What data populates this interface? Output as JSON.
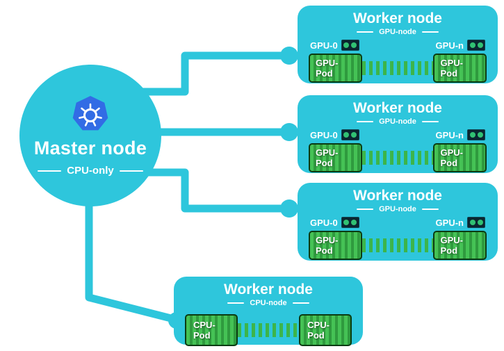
{
  "master": {
    "title": "Master node",
    "subtitle": "CPU-only"
  },
  "workers": [
    {
      "title": "Worker node",
      "subtitle": "GPU-node",
      "gpu_left": "GPU-0",
      "gpu_right": "GPU-n",
      "pod_left": "GPU-Pod",
      "pod_right": "GPU-Pod"
    },
    {
      "title": "Worker node",
      "subtitle": "GPU-node",
      "gpu_left": "GPU-0",
      "gpu_right": "GPU-n",
      "pod_left": "GPU-Pod",
      "pod_right": "GPU-Pod"
    },
    {
      "title": "Worker node",
      "subtitle": "GPU-node",
      "gpu_left": "GPU-0",
      "gpu_right": "GPU-n",
      "pod_left": "GPU-Pod",
      "pod_right": "GPU-Pod"
    }
  ],
  "cpu_worker": {
    "title": "Worker node",
    "subtitle": "CPU-node",
    "pod_left": "CPU-Pod",
    "pod_right": "CPU-Pod"
  },
  "colors": {
    "node_cyan": "#2ec6dc",
    "pod_green": "#2f9a3e",
    "bars_green": "#3cb54a",
    "kubernetes_blue": "#326ce5"
  }
}
